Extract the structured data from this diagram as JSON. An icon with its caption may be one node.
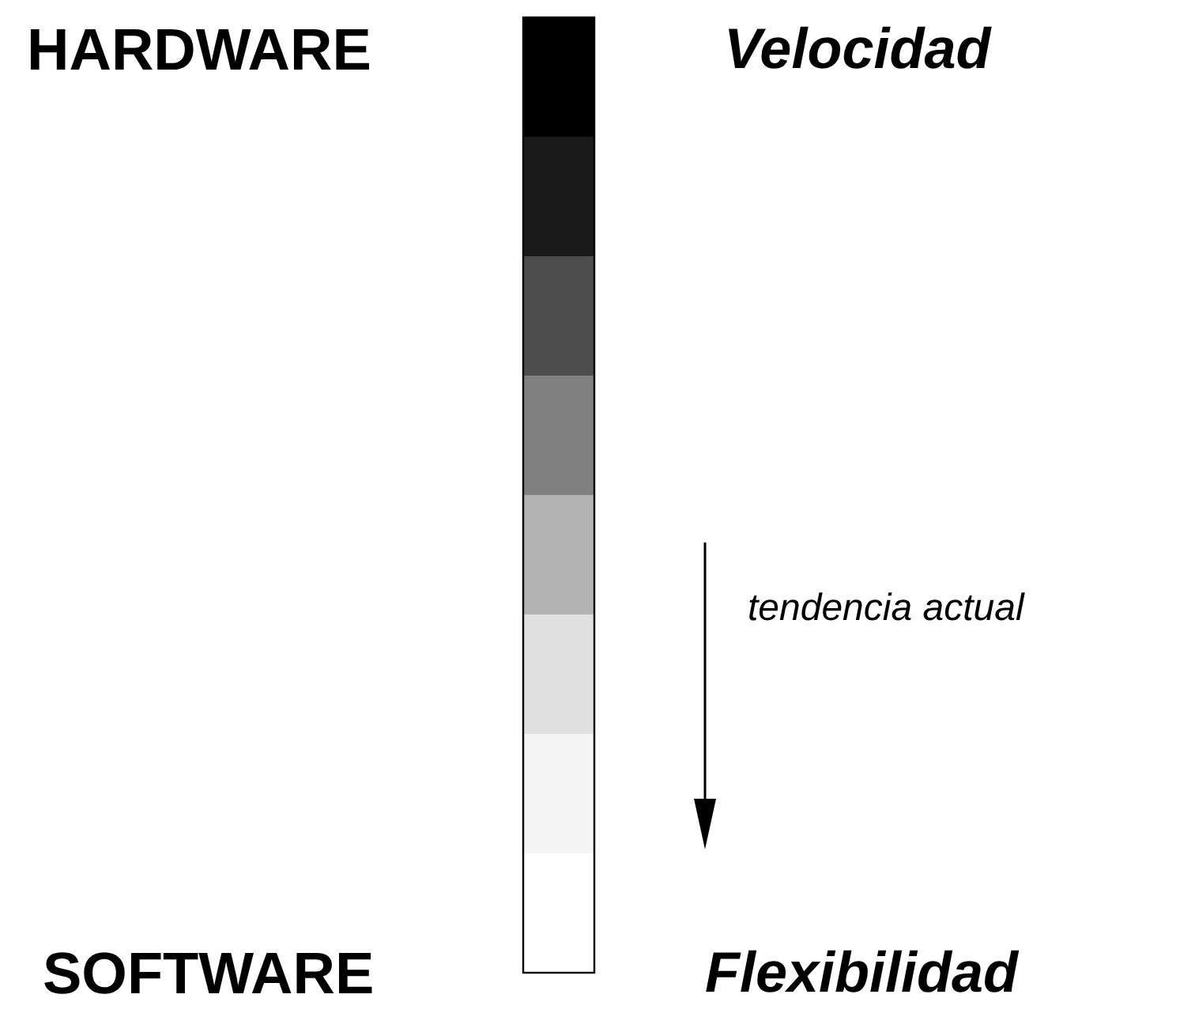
{
  "diagram": {
    "labels": [
      "HARDWARE",
      "Velocidad",
      "tendencia actual",
      "SOFTWARE",
      "Flexibilidad"
    ]
  }
}
